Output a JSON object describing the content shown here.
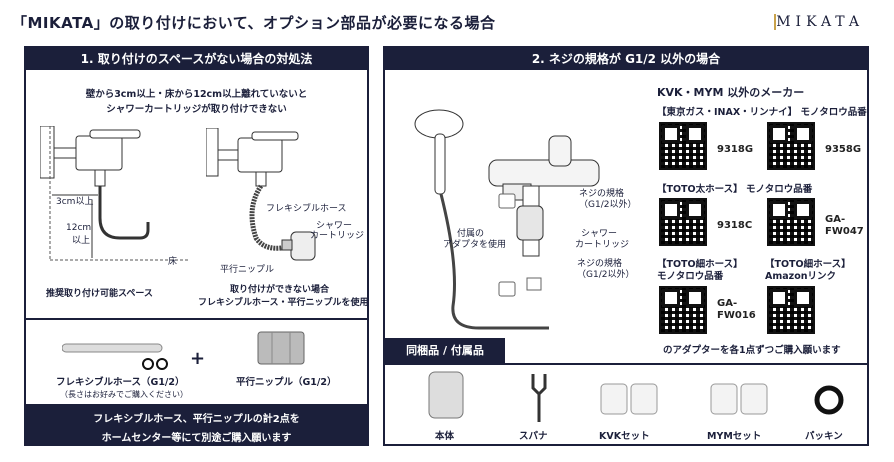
{
  "header": {
    "title": "「MIKATA」の取り付けにおいて、オプション部品が必要になる場合",
    "brand": "MIKATA"
  },
  "left": {
    "section_title": "1. 取り付けのスペースがない場合の対処法",
    "intro_line1": "壁から3cm以上・床から12cm以上離れていないと",
    "intro_line2": "シャワーカートリッジが取り付けできない",
    "dim_3cm": "3cm以上",
    "dim_12cm_a": "12cm",
    "dim_12cm_b": "以上",
    "floor": "床",
    "caption_left": "推奨取り付け可能スペース",
    "hose_label": "フレキシブルホース",
    "cartridge_label_a": "シャワー",
    "cartridge_label_b": "カートリッジ",
    "nipple_label": "平行ニップル",
    "caption_right_a": "取り付けができない場合",
    "caption_right_b": "フレキシブルホース・平行ニップルを使用",
    "part_hose": "フレキシブルホース（G1/2）",
    "part_hose_note": "（長さはお好みでご購入ください）",
    "plus": "+",
    "part_nipple": "平行ニップル（G1/2）",
    "footer_a": "フレキシブルホース、平行ニップルの計2点を",
    "footer_b": "ホームセンター等にて別途ご購入願います"
  },
  "right": {
    "section_title": "2. ネジの規格が G1/2 以外の場合",
    "adapter_a": "付属の",
    "adapter_b": "アダプタを使用",
    "thread_a1": "ネジの規格",
    "thread_a2": "（G1/2以外）",
    "cartridge_a": "シャワー",
    "cartridge_b": "カートリッジ",
    "thread_b1": "ネジの規格",
    "thread_b2": "（G1/2以外）",
    "makers_title": "KVK・MYM 以外のメーカー",
    "group1": "【東京ガス・INAX・リンナイ】 モノタロウ品番",
    "code1": "9318G",
    "code2": "9358G",
    "group2": "【TOTO太ホース】 モノタロウ品番",
    "code3": "9318C",
    "code4a": "GA-",
    "code4b": "FW047",
    "group3a": "【TOTO細ホース】",
    "group3b": "モノタロウ品番",
    "group4a": "【TOTO細ホース】",
    "group4b": "Amazonリンク",
    "code5a": "GA-",
    "code5b": "FW016",
    "buy_note": "のアダプターを各1点ずつご購入願います",
    "included_title": "同梱品 / 付属品",
    "items": [
      "本体",
      "スパナ",
      "KVKセット",
      "MYMセット",
      "パッキン"
    ]
  }
}
